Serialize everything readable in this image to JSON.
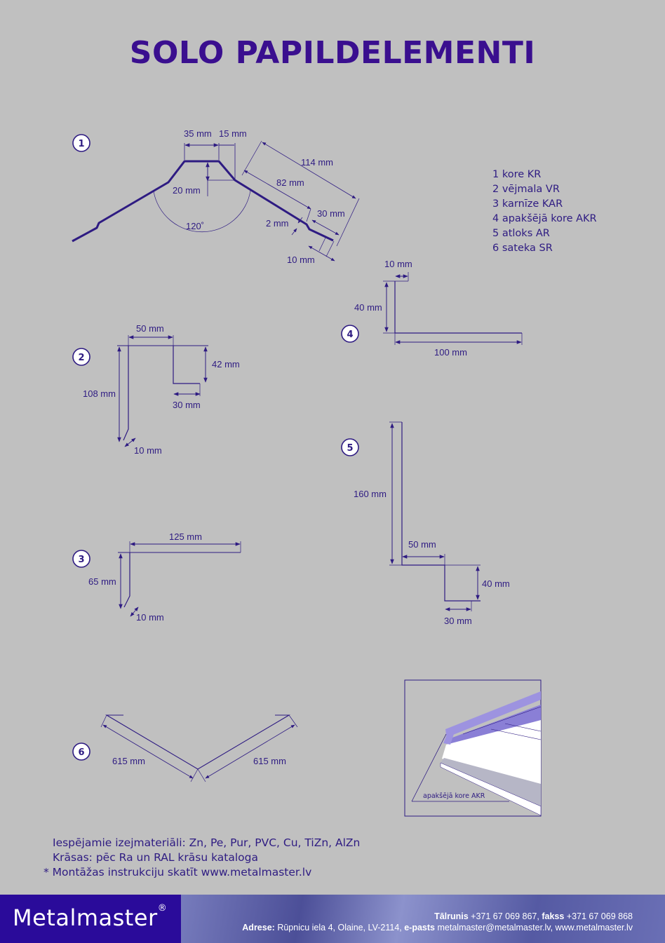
{
  "title": "SOLO PAPILDELEMENTI",
  "legend": [
    "1 kore KR",
    "2 vējmala VR",
    "3 karnīze KAR",
    "4 apakšējā kore AKR",
    "5 atloks AR",
    "6 sateka SR"
  ],
  "diagrams": {
    "d1": {
      "number": "1",
      "labels": {
        "top_a": "35 mm",
        "top_b": "15 mm",
        "height": "20 mm",
        "angle": "120˚",
        "long": "114 mm",
        "mid": "82 mm",
        "end": "30 mm",
        "step": "2 mm",
        "tip": "10 mm"
      }
    },
    "d2": {
      "number": "2",
      "labels": {
        "width": "50 mm",
        "right_h": "42 mm",
        "left_h": "108 mm",
        "flange": "30 mm",
        "tip": "10 mm"
      }
    },
    "d3": {
      "number": "3",
      "labels": {
        "width": "125 mm",
        "height": "65 mm",
        "tip": "10 mm"
      }
    },
    "d4": {
      "number": "4",
      "labels": {
        "tip": "10 mm",
        "height": "40 mm",
        "width": "100 mm"
      }
    },
    "d5": {
      "number": "5",
      "labels": {
        "height": "160 mm",
        "step": "50 mm",
        "drop": "40 mm",
        "flange": "30 mm"
      }
    },
    "d6": {
      "number": "6",
      "labels": {
        "left": "615 mm",
        "right": "615 mm"
      }
    }
  },
  "illustration": {
    "caption": "apakšējā kore AKR"
  },
  "notes": {
    "materials": "Iespējamie izejmateriāli: Zn, Pe, Pur, PVC, Cu, TiZn, AlZn",
    "colors": "Krāsas: pēc Ra un RAL krāsu kataloga",
    "install": "* Montāžas instrukciju skatīt www.metalmaster.lv"
  },
  "footer": {
    "brand": "Metalmaster",
    "registered": "®",
    "phone_label": "Tālrunis",
    "phone": "+371 67 069 867",
    "fax_label": "fakss",
    "fax": "+371 67 069 868",
    "address_label": "Adrese:",
    "address": "Rūpnicu iela 4, Olaine, LV-2114,",
    "email_label": "e-pasts",
    "email": "metalmaster@metalmaster.lv, www.metalmaster.lv"
  },
  "colors": {
    "ink": "#2e1b82",
    "title": "#3a0f8f",
    "background": "#c0c0c0",
    "brand": "#2a0b9a"
  }
}
